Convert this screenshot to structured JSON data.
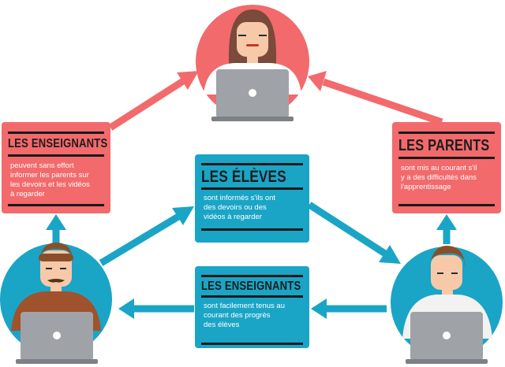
{
  "cards": {
    "teachers_left": {
      "title": "LES ENSEIGNANTS",
      "lines": [
        "peuvent sans effort",
        "informer les parents sur",
        "les devoirs et les vidéos",
        "à regarder"
      ]
    },
    "parents": {
      "title": "LES PARENTS",
      "lines": [
        "sont mis au courant s'il",
        "y a des difficultés dans",
        "l'apprentissage"
      ]
    },
    "students": {
      "title": "LES ÉLÈVES",
      "lines": [
        "sont informés s'ils ont",
        "des devoirs ou des",
        "vidéos à regarder"
      ]
    },
    "teachers_center": {
      "title": "LES ENSEIGNANTS",
      "lines": [
        "sont facilement tenus au",
        "courant des progrès",
        "des élèves"
      ]
    }
  },
  "colors": {
    "red": "#f26a6c",
    "blue": "#1aa5c6",
    "dark": "#1d1d1d",
    "laptop": "#9fa3a7"
  },
  "icons": [
    "parent-avatar-icon",
    "teacher-avatar-icon",
    "student-avatar-icon",
    "laptop-icon",
    "arrow-icon"
  ]
}
